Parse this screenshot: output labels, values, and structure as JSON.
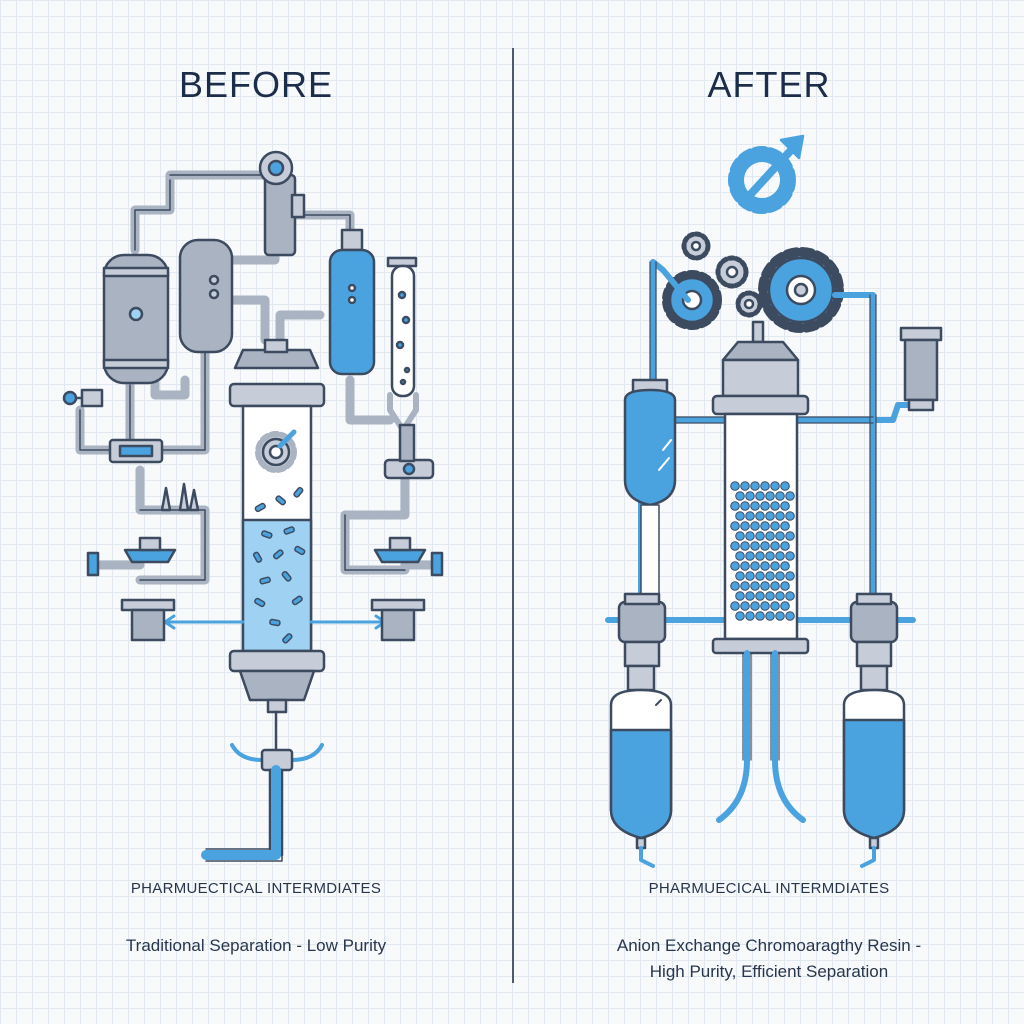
{
  "before": {
    "heading": "BEFORE",
    "label": "PHARMUECTICAL INTERMDIATES",
    "description": "Traditional Separation - Low Purity"
  },
  "after": {
    "heading": "AFTER",
    "label": "PHARMUECICAL INTERMDIATES",
    "description_line1": "Anion Exchange Chromoaragthy Resin -",
    "description_line2": "High Purity, Efficient Separation"
  },
  "colors": {
    "outline": "#3d4b60",
    "metal": "#aab3c2",
    "metal_light": "#c6cdd8",
    "blue": "#4aa3df",
    "blue_light": "#9fd2f2",
    "background": "#f7f9fb"
  }
}
